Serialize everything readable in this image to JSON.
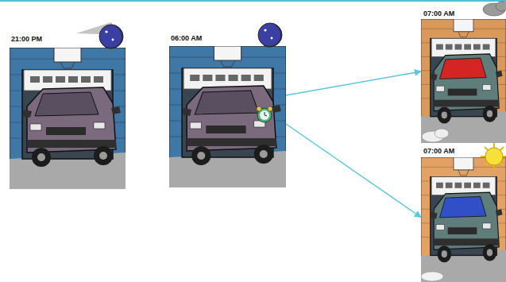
{
  "diagram": {
    "nodes": [
      {
        "text": [
          "21:00 PM"
        ]
      },
      {
        "text": [
          "06:00 AM"
        ]
      },
      {
        "text": [
          "07:00 AM"
        ]
      },
      {
        "text": [
          "07:00 AM"
        ]
      }
    ],
    "edges": [
      {
        "from": 1,
        "to": 2,
        "arrow": "to"
      },
      {
        "from": 1,
        "to": 3,
        "arrow": "to"
      }
    ]
  }
}
